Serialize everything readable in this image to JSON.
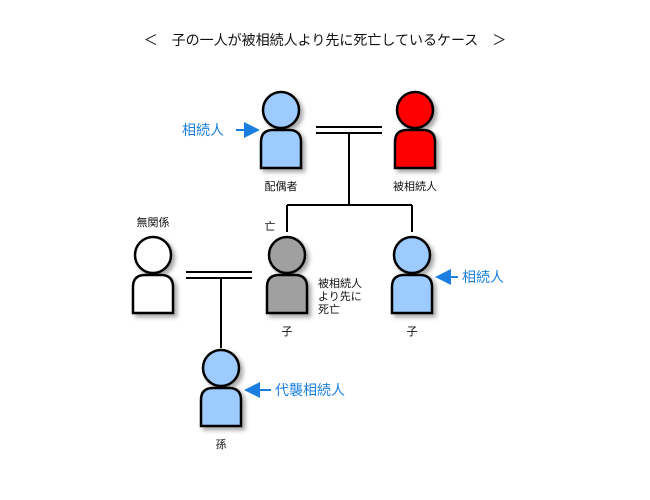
{
  "title": "＜　子の一人が被相続人より先に死亡しているケース　＞",
  "colors": {
    "heir": "#9ecbff",
    "deceased_owner": "#ff0000",
    "predeceased": "#a0a0a0",
    "unrelated": "#ffffff",
    "arrow": "#1a7fe0",
    "line": "#000000"
  },
  "people": {
    "spouse": {
      "caption": "配偶者"
    },
    "decedent": {
      "caption": "被相続人"
    },
    "unrelated": {
      "caption": "無関係"
    },
    "deceased_child": {
      "caption": "子",
      "mark": "亡",
      "note": [
        "被相続人",
        "より先に",
        "死亡"
      ]
    },
    "living_child": {
      "caption": "子"
    },
    "grandchild": {
      "caption": "孫"
    }
  },
  "labels": {
    "spouse_heir": "相続人",
    "child_heir": "相続人",
    "grandchild_heir": "代襲相続人"
  }
}
